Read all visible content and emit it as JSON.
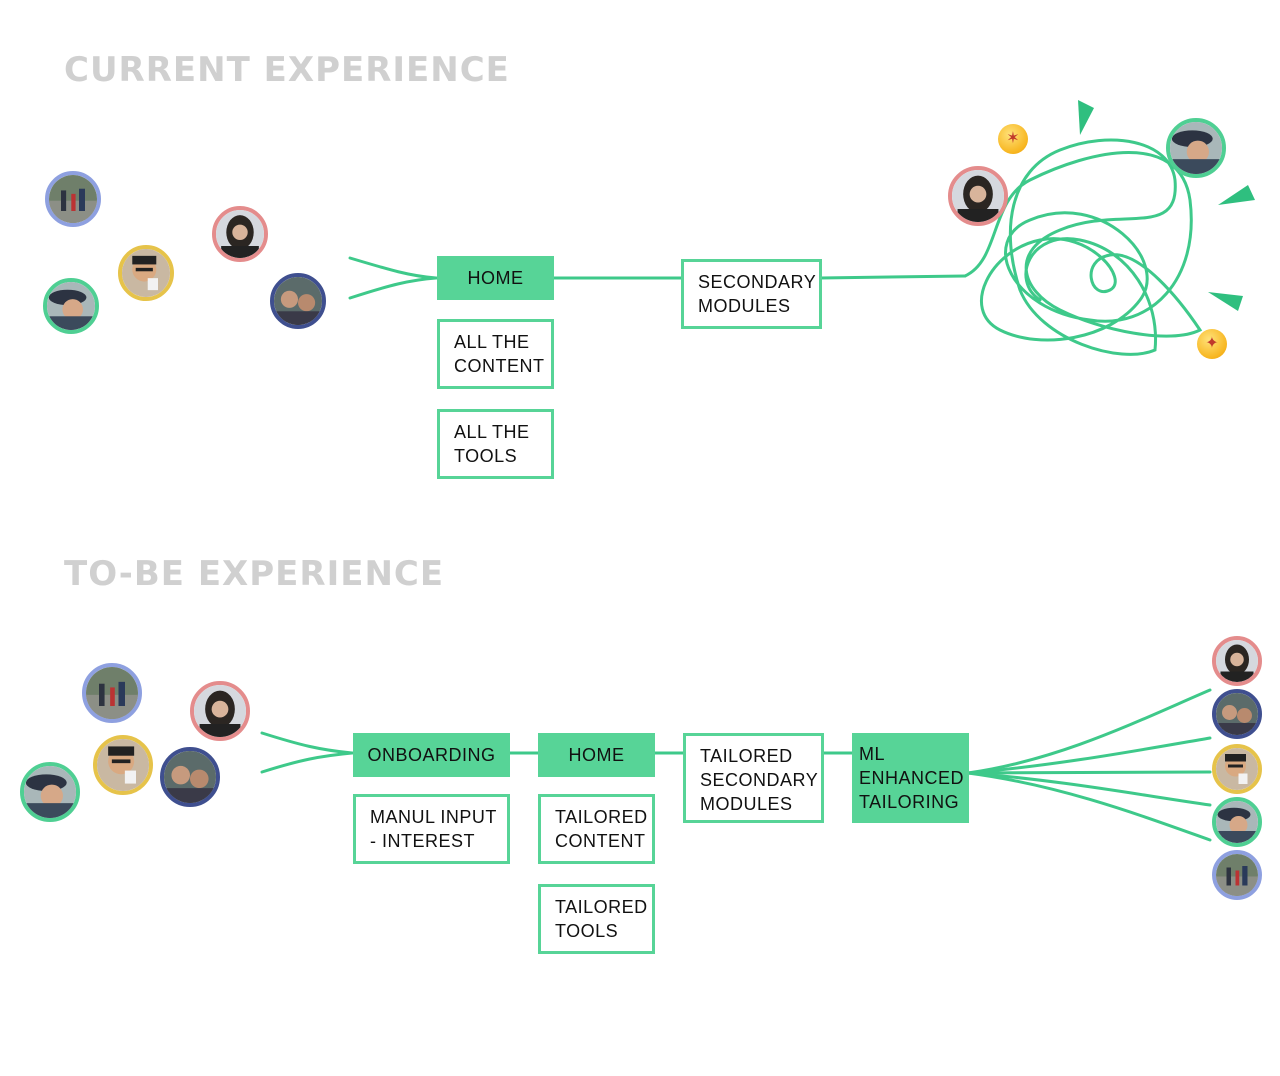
{
  "current": {
    "heading": "CURRENT EXPERIENCE",
    "home": "HOME",
    "all_content": [
      "ALL THE",
      "CONTENT"
    ],
    "all_tools": [
      "ALL THE",
      "TOOLS"
    ],
    "secondary": [
      "SECONDARY",
      "MODULES"
    ]
  },
  "tobe": {
    "heading": "TO-BE EXPERIENCE",
    "onboarding": "ONBOARDING",
    "manual_input": [
      "MANUL INPUT",
      "- INTEREST"
    ],
    "home": "HOME",
    "tailored_content": [
      "TAILORED",
      "CONTENT"
    ],
    "tailored_tools": [
      "TAILORED",
      "TOOLS"
    ],
    "tailored_secondary": [
      "TAILORED",
      "SECONDARY",
      "MODULES"
    ],
    "ml": [
      "ML",
      "ENHANCED",
      "TAILORING"
    ]
  },
  "colors": {
    "accent": "#57d497",
    "heading": "#d0d0d0",
    "ring_blue": "#8ea0e0",
    "ring_gold": "#e6c34a",
    "ring_green": "#4fcf93",
    "ring_pink": "#e48c8c",
    "ring_navy": "#3f4f8f"
  }
}
